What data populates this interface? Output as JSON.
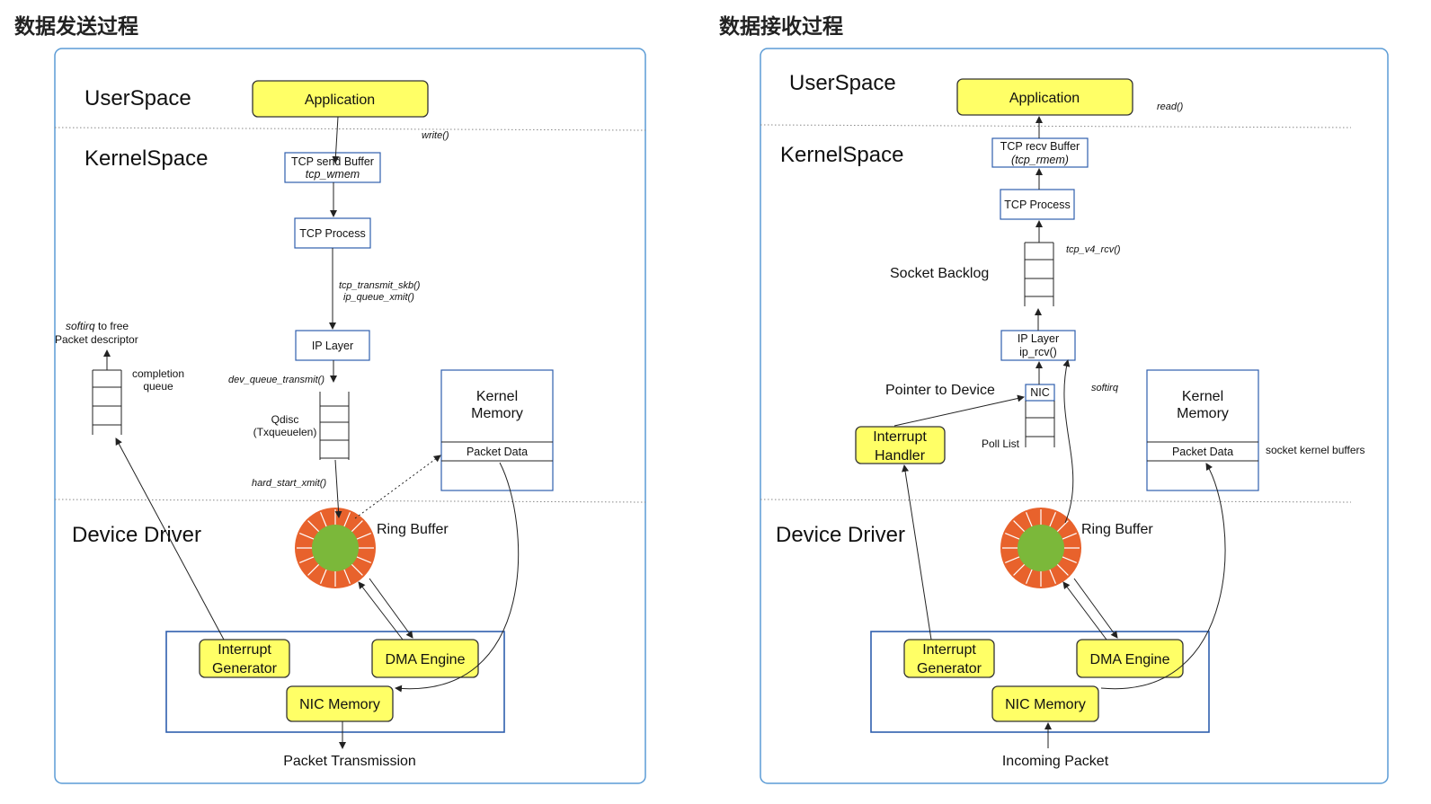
{
  "headings": {
    "send": "数据发送过程",
    "recv": "数据接收过程"
  },
  "colors": {
    "panel_border": "#5b9bd5",
    "box_border": "#2f5fae",
    "yellow_fill": "#ffff66",
    "ring_outer": "#e8622c",
    "ring_inner": "#7bb83a"
  },
  "send": {
    "user_space": "UserSpace",
    "kernel_space": "KernelSpace",
    "device_driver": "Device Driver",
    "application": "Application",
    "write": "write()",
    "tcp_send_buffer": "TCP send Buffer",
    "tcp_wmem": "tcp_wmem",
    "tcp_process": "TCP Process",
    "tcp_transmit_skb": "tcp_transmit_skb()",
    "ip_queue_xmit": "ip_queue_xmit()",
    "ip_layer": "IP Layer",
    "dev_queue_transmit": "dev_queue_transmit()",
    "qdisc": "Qdisc",
    "txqueuelen": "(Txqueuelen)",
    "hard_start_xmit": "hard_start_xmit()",
    "softirq": "softirq",
    "to_free": " to free",
    "packet_descriptor": "Packet descriptor",
    "completion": "completion",
    "queue": "queue",
    "kernel": "Kernel",
    "memory": "Memory",
    "packet_data": "Packet Data",
    "ring_buffer": "Ring Buffer",
    "interrupt": "Interrupt",
    "generator": "Generator",
    "dma_engine": "DMA Engine",
    "nic_memory": "NIC Memory",
    "packet_transmission": "Packet Transmission"
  },
  "recv": {
    "user_space": "UserSpace",
    "kernel_space": "KernelSpace",
    "device_driver": "Device Driver",
    "application": "Application",
    "read": "read()",
    "tcp_recv_buffer": "TCP recv Buffer",
    "tcp_rmem": "(tcp_rmem)",
    "tcp_process": "TCP Process",
    "tcp_v4_rcv": "tcp_v4_rcv()",
    "socket_backlog": "Socket Backlog",
    "ip_layer": "IP Layer",
    "ip_rcv": "ip_rcv()",
    "pointer_to_device": "Pointer to Device",
    "nic": "NIC",
    "softirq": "softirq",
    "interrupt": "Interrupt",
    "handler": "Handler",
    "poll_list": "Poll List",
    "kernel": "Kernel",
    "memory": "Memory",
    "packet_data": "Packet Data",
    "socket_kernel_buffers": "socket kernel buffers",
    "ring_buffer": "Ring Buffer",
    "generator": "Generator",
    "dma_engine": "DMA Engine",
    "nic_memory": "NIC Memory",
    "incoming_packet": "Incoming Packet"
  }
}
